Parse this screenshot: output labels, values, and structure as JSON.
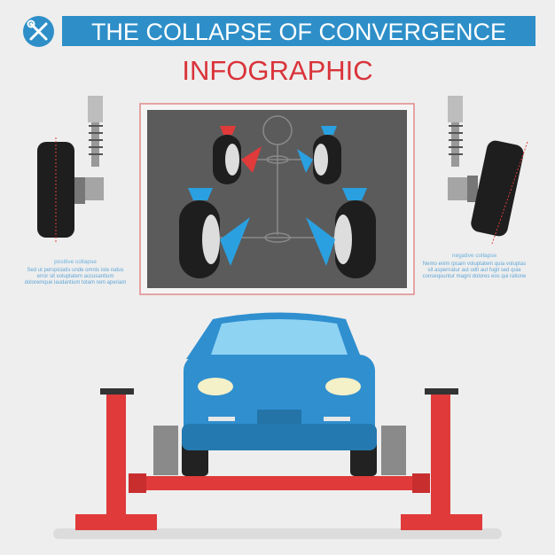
{
  "header": {
    "title": "THE COLLAPSE OF CONVERGENCE",
    "subtitle": "INFOGRAPHIC",
    "logo_icon": "wrench-screwdriver-icon"
  },
  "left_panel": {
    "heading": "positive collapse",
    "text": "Sed ut perspiciatis unde omnis iste natus error sit voluptatem accusantium doloremque laudantium totam rem aperiam"
  },
  "right_panel": {
    "heading": "negative collapse",
    "text": "Nemo enim ipsam voluptatem quia voluptas sit aspernatur aut odit aut fugit sed quia consequuntur magni dolores eos qui ratione"
  },
  "colors": {
    "blue": "#2e8fc8",
    "red": "#d9333a",
    "board": "#5b5b5b",
    "car": "#2f8fcf",
    "lift": "#e03a3a"
  }
}
